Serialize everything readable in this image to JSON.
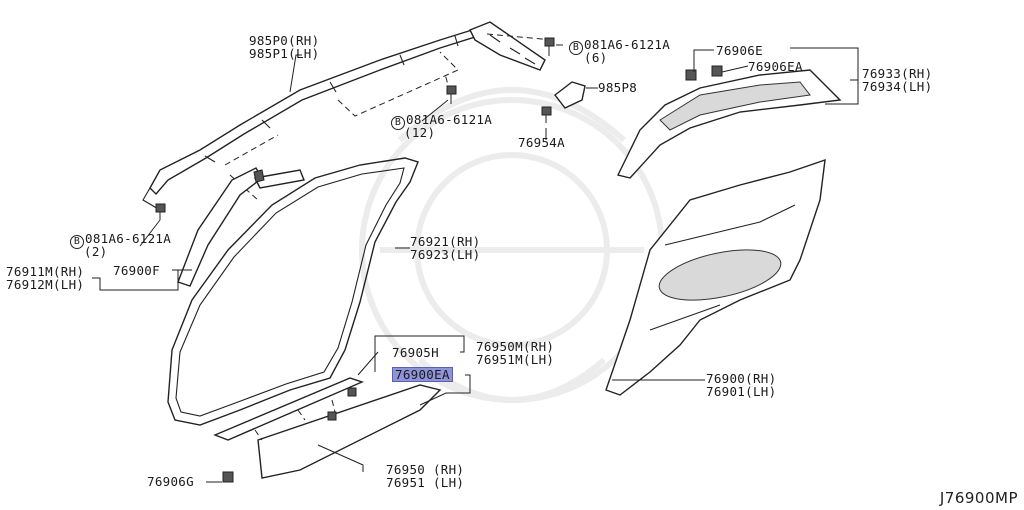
{
  "corner_code": "J76900MP",
  "labels": [
    {
      "id": "l1a",
      "text": "985P0(RH)"
    },
    {
      "id": "l1b",
      "text": "985P1(LH)"
    },
    {
      "id": "l2",
      "text": "081A6-6121A",
      "prefix": "B"
    },
    {
      "id": "l2b",
      "text": "(6)"
    },
    {
      "id": "l3",
      "text": "985P8"
    },
    {
      "id": "l4",
      "text": "081A6-6121A",
      "prefix": "B"
    },
    {
      "id": "l4b",
      "text": "(12)"
    },
    {
      "id": "l5",
      "text": "76954A"
    },
    {
      "id": "l6",
      "text": "76906E"
    },
    {
      "id": "l7",
      "text": "76906EA"
    },
    {
      "id": "l8a",
      "text": "76933(RH)"
    },
    {
      "id": "l8b",
      "text": "76934(LH)"
    },
    {
      "id": "l9",
      "text": "081A6-6121A",
      "prefix": "B"
    },
    {
      "id": "l9b",
      "text": "(2)"
    },
    {
      "id": "l10a",
      "text": "76911M(RH)"
    },
    {
      "id": "l10b",
      "text": "76912M(LH)"
    },
    {
      "id": "l11",
      "text": "76900F"
    },
    {
      "id": "l12a",
      "text": "76921(RH)"
    },
    {
      "id": "l12b",
      "text": "76923(LH)"
    },
    {
      "id": "l13",
      "text": "76905H"
    },
    {
      "id": "l14a",
      "text": "76950M(RH)"
    },
    {
      "id": "l14b",
      "text": "76951M(LH)"
    },
    {
      "id": "l15",
      "text": "76900EA"
    },
    {
      "id": "l16a",
      "text": "76900(RH)"
    },
    {
      "id": "l16b",
      "text": "76901(LH)"
    },
    {
      "id": "l17",
      "text": "76906G"
    },
    {
      "id": "l18a",
      "text": "76950 (RH)"
    },
    {
      "id": "l18b",
      "text": "76951 (LH)"
    }
  ],
  "highlight_color": "#8f94d9"
}
